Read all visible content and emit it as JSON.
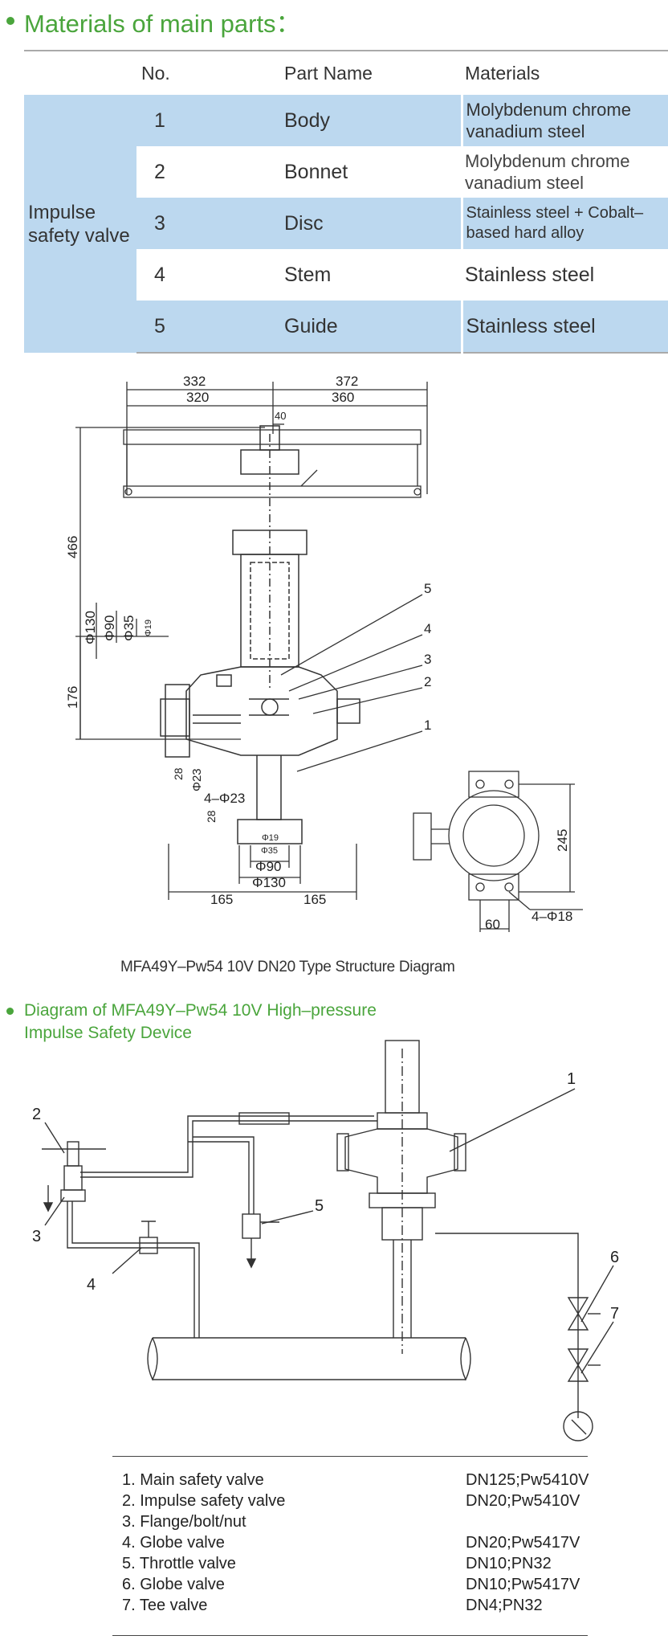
{
  "section1": {
    "title": "Materials of main parts："
  },
  "table": {
    "headers": [
      "No.",
      "Part Name",
      "Materials"
    ],
    "group_label": "Impulse safety valve",
    "rows": [
      {
        "no": "1",
        "name": "Body",
        "material": "Molybdenum chrome vanadium steel"
      },
      {
        "no": "2",
        "name": "Bonnet",
        "material": "Molybdenum chrome vanadium steel"
      },
      {
        "no": "3",
        "name": "Disc",
        "material": "Stainless steel + Cobalt–based hard alloy"
      },
      {
        "no": "4",
        "name": "Stem",
        "material": "Stainless steel"
      },
      {
        "no": "5",
        "name": "Guide",
        "material": "Stainless steel"
      }
    ]
  },
  "drawing": {
    "dims": {
      "w332": "332",
      "w372": "372",
      "w320": "320",
      "w360": "360",
      "w40": "40",
      "h466": "466",
      "h176": "176",
      "phi130": "Φ130",
      "phi90": "Φ90",
      "phi35": "Φ35",
      "phi19": "Φ19",
      "d28a": "28",
      "d28b": "28",
      "phi23": "Φ23",
      "holes23": "4–Φ23",
      "bphi19": "Φ19",
      "bphi35": "Φ35",
      "bphi90": "Φ90",
      "bphi130": "Φ130",
      "b165a": "165",
      "b165b": "165",
      "v245": "245",
      "v60": "60",
      "holes18": "4–Φ18"
    },
    "leaders": [
      "5",
      "4",
      "3",
      "2",
      "1"
    ],
    "caption": "MFA49Y–Pw54 10V DN20  Type Structure Diagram"
  },
  "section2": {
    "title_line1": "Diagram of MFA49Y–Pw54 10V High–pressure",
    "title_line2": "Impulse Safety Device"
  },
  "schematic": {
    "labels": [
      "1",
      "2",
      "3",
      "4",
      "5",
      "6",
      "7"
    ]
  },
  "legend": [
    {
      "name": "1. Main safety valve",
      "spec": "DN125;Pw5410V"
    },
    {
      "name": "2. Impulse safety valve",
      "spec": "DN20;Pw5410V"
    },
    {
      "name": "3. Flange/bolt/nut",
      "spec": ""
    },
    {
      "name": "4. Globe valve",
      "spec": "DN20;Pw5417V"
    },
    {
      "name": "5. Throttle valve",
      "spec": "DN10;PN32"
    },
    {
      "name": "6. Globe valve",
      "spec": "DN10;Pw5417V"
    },
    {
      "name": "7. Tee valve",
      "spec": "DN4;PN32"
    }
  ]
}
